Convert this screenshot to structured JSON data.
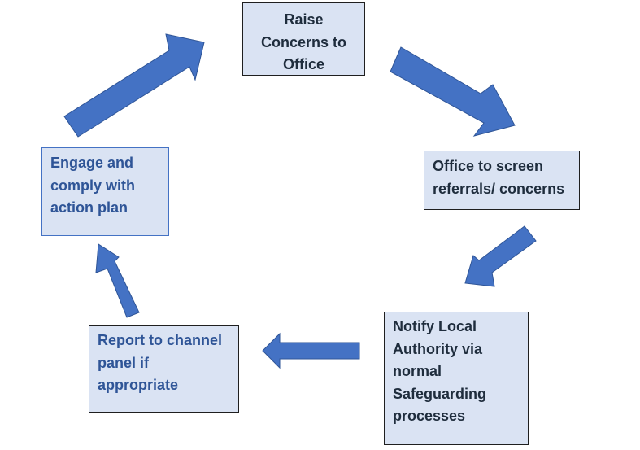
{
  "diagram": {
    "nodes": [
      {
        "id": "raise",
        "lines": [
          "Raise",
          "Concerns to",
          "Office"
        ]
      },
      {
        "id": "screen",
        "lines": [
          "Office to screen",
          "referrals/ concerns"
        ]
      },
      {
        "id": "notify",
        "lines": [
          "Notify Local",
          "Authority via",
          "normal",
          "Safeguarding",
          "processes"
        ]
      },
      {
        "id": "report",
        "lines": [
          "Report to channel",
          "panel if",
          "appropriate"
        ]
      },
      {
        "id": "engage",
        "lines": [
          "Engage and",
          "comply with",
          "action plan"
        ]
      }
    ],
    "edges": [
      {
        "from": "raise",
        "to": "screen"
      },
      {
        "from": "screen",
        "to": "notify"
      },
      {
        "from": "notify",
        "to": "report"
      },
      {
        "from": "report",
        "to": "engage"
      },
      {
        "from": "engage",
        "to": "raise"
      }
    ],
    "colors": {
      "box_fill": "#dae3f3",
      "arrow_fill": "#4472c4",
      "text_dark": "#1f2d3d",
      "text_blue": "#2f5597"
    }
  }
}
